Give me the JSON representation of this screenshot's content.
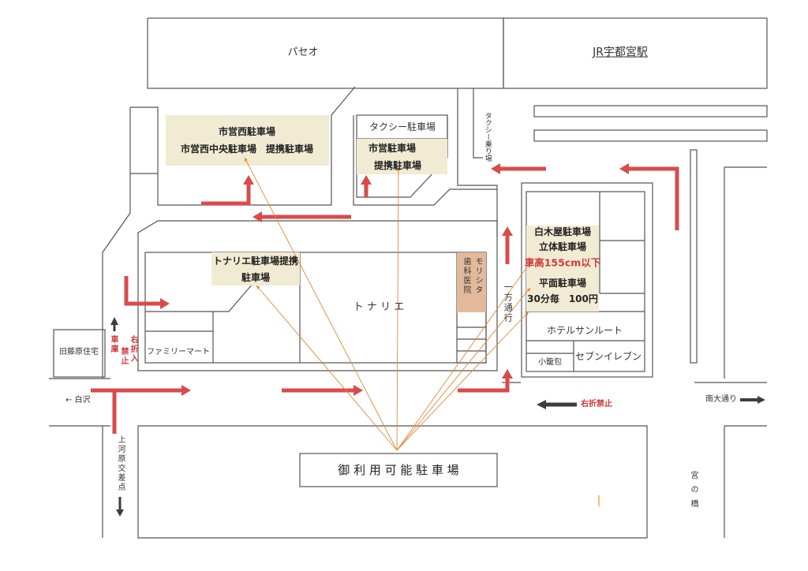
{
  "buildings": {
    "paseo": "パセオ",
    "jr_station": "JR宇都宮駅",
    "tonarie": "ト ナ リ エ",
    "family_mart": "ファミリーマート",
    "hotel": "ホテルサンルート",
    "seven_eleven": "セブンイレブン",
    "xiaolongbao": "小籠包"
  },
  "dental": {
    "col_right": "モリシタ",
    "col_left": "歯科医院"
  },
  "parking": {
    "shiei_nishi_line1": "市営西駐車場",
    "shiei_nishi_line2": "市営西中央駐車場　提携駐車場",
    "taxi_lot": "タクシー駐車場",
    "shiei_line1": "市営駐車場",
    "shiei_line2": "提携駐車場",
    "tonarie_line1": "トナリエ駐車場提携",
    "tonarie_line2": "駐車場",
    "shiraki_line1": "白木屋駐車場",
    "shiraki_line2": "立体駐車場",
    "shiraki_limit": "車高155cm以下",
    "flat_line1": "平面駐車場",
    "flat_line2": "30分毎　100円"
  },
  "labels": {
    "taxi_stand": "タクシー乗り場",
    "one_way": "一方通行",
    "old_fujiwara": "旧藤原住宅",
    "garage_no_entry": "車庫",
    "no_entry": "禁止",
    "right_turn_entry": "右折入",
    "shirasawa": "← 白沢",
    "kamikawara": "上河原交差点",
    "no_right_turn": "右折禁止",
    "minami_odori": "南大通り",
    "miyanohashi": "宮の橋",
    "available_parking": "御 利 用 可 能 駐 車 場"
  },
  "colors": {
    "route_arrow": "#d94b4b",
    "parking_fill": "#f2ebd3",
    "dental_fill": "#e2b99a",
    "pointer_line": "#e08a3c",
    "warning_text": "#d03a3a",
    "direction_arrow": "#3d3d3d"
  }
}
